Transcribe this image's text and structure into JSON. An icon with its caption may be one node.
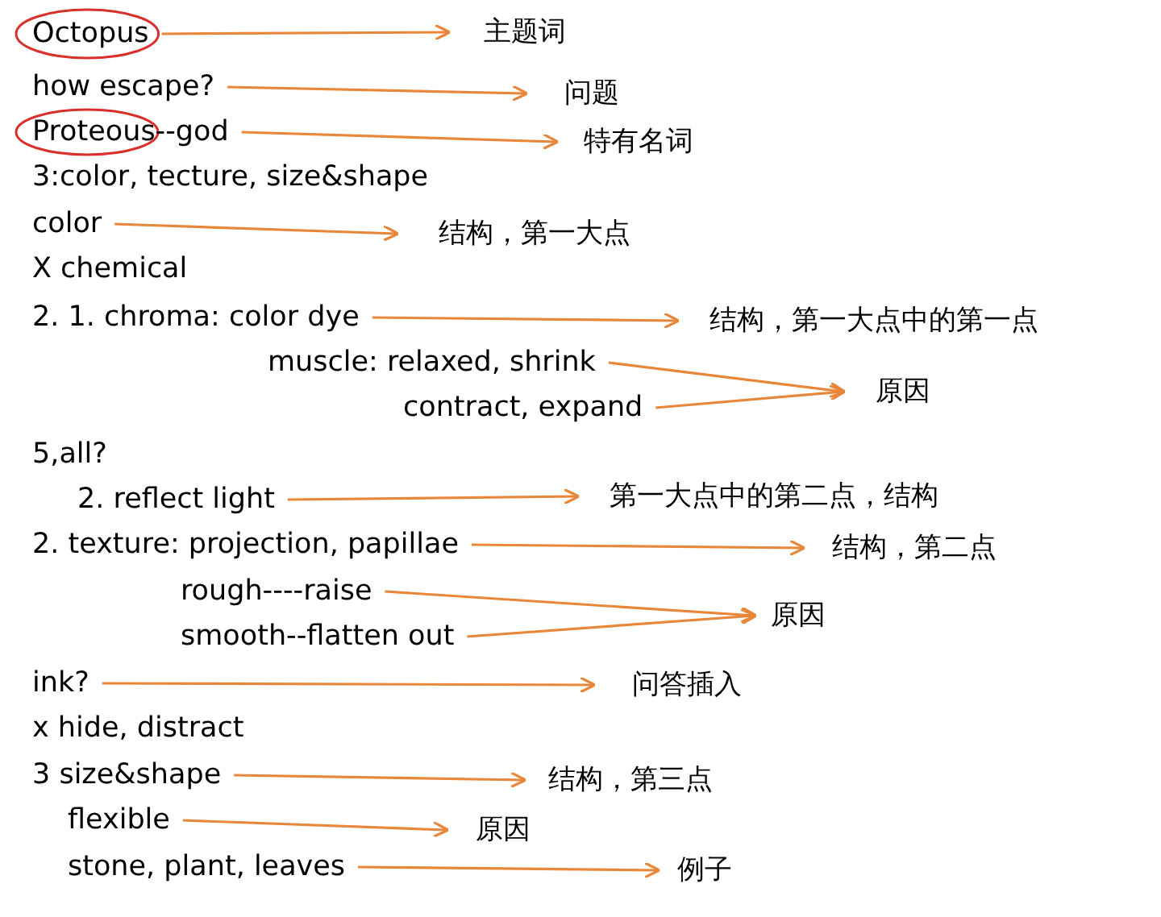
{
  "diagram": {
    "nodes": [
      {
        "text": [
          "Octopus"
        ]
      },
      {
        "text": [
          "主题词"
        ]
      },
      {
        "text": [
          "how escape?"
        ]
      },
      {
        "text": [
          "问题"
        ]
      },
      {
        "text": [
          "Proteous--god"
        ]
      },
      {
        "text": [
          "特有名词"
        ]
      },
      {
        "text": [
          "color"
        ]
      },
      {
        "text": [
          "结构，第一大点"
        ]
      },
      {
        "text": [
          "2. 1. chroma: color dye"
        ]
      },
      {
        "text": [
          "结构，第一大点中的第一点"
        ]
      },
      {
        "text": [
          "muscle: relaxed, shrink"
        ]
      },
      {
        "text": [
          "contract, expand"
        ]
      },
      {
        "text": [
          "原因"
        ]
      },
      {
        "text": [
          "2. reflect light"
        ]
      },
      {
        "text": [
          "第一大点中的第二点，结构"
        ]
      },
      {
        "text": [
          "2. texture: projection, papillae"
        ]
      },
      {
        "text": [
          "结构，第二点"
        ]
      },
      {
        "text": [
          "rough----raise"
        ]
      },
      {
        "text": [
          "smooth--flatten out"
        ]
      },
      {
        "text": [
          "原因"
        ]
      },
      {
        "text": [
          "ink?"
        ]
      },
      {
        "text": [
          "问答插入"
        ]
      },
      {
        "text": [
          "3 size&shape"
        ]
      },
      {
        "text": [
          "结构，第三点"
        ]
      },
      {
        "text": [
          "flexible"
        ]
      },
      {
        "text": [
          "原因"
        ]
      },
      {
        "text": [
          "stone, plant, leaves"
        ]
      },
      {
        "text": [
          "例子"
        ]
      }
    ],
    "edges": [
      {
        "from": 0,
        "to": 1,
        "arrow": "to"
      },
      {
        "from": 2,
        "to": 3,
        "arrow": "to"
      },
      {
        "from": 4,
        "to": 5,
        "arrow": "to"
      },
      {
        "from": 6,
        "to": 7,
        "arrow": "to"
      },
      {
        "from": 8,
        "to": 9,
        "arrow": "to"
      },
      {
        "from": 10,
        "to": 12,
        "arrow": "to"
      },
      {
        "from": 11,
        "to": 12,
        "arrow": "to"
      },
      {
        "from": 13,
        "to": 14,
        "arrow": "to"
      },
      {
        "from": 15,
        "to": 16,
        "arrow": "to"
      },
      {
        "from": 17,
        "to": 19,
        "arrow": "to"
      },
      {
        "from": 18,
        "to": 19,
        "arrow": "to"
      },
      {
        "from": 20,
        "to": 21,
        "arrow": "to"
      },
      {
        "from": 22,
        "to": 23,
        "arrow": "to"
      },
      {
        "from": 24,
        "to": 25,
        "arrow": "to"
      },
      {
        "from": 26,
        "to": 27,
        "arrow": "to"
      }
    ],
    "labels": [
      "3:color, tecture, size&shape",
      "X chemical",
      "5,all?",
      "x hide, distract"
    ]
  }
}
